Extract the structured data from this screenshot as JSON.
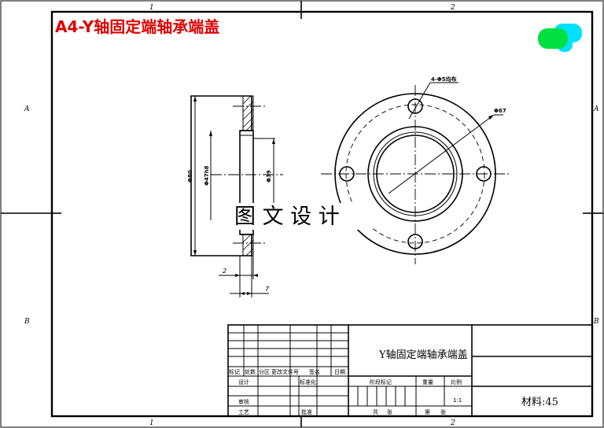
{
  "drawing_title": "A4-Y轴固定端轴承端盖",
  "watermark": "图 文 设 计",
  "zones": {
    "top_1": "1",
    "top_2": "2",
    "bottom_1": "1",
    "bottom_2": "2",
    "left_a": "A",
    "left_b": "B",
    "right_a": "A",
    "right_b": "B"
  },
  "side_view": {
    "dim_outer": "Φ80",
    "dim_spigot": "Φ47h8",
    "dim_inner": "Φ39",
    "dim_flange": "2",
    "dim_spigot_len": "7"
  },
  "front_view": {
    "dim_holes": "4-Φ5均布",
    "dim_pcd": "Φ67"
  },
  "title_block": {
    "part_name": "Y轴固定端轴承端盖",
    "material": "材料:45",
    "scale": "1:1",
    "labels": {
      "biaoji": "标记",
      "chushu": "处数",
      "fenqu": "分区",
      "gengwenjian": "更改文件号",
      "qianming": "签名",
      "riqi": "日期",
      "sheji": "设计",
      "biaozhunhua": "标准化",
      "jieduan": "阶段标记",
      "zhongliang": "重量",
      "bili": "比例",
      "shenhe": "审核",
      "gongyi": "工艺",
      "pizhun": "批准",
      "gong": "共",
      "zhang": "张",
      "di": "第"
    }
  },
  "colors": {
    "title": "#e00000",
    "blob_green": "#00e040",
    "blob_cyan": "#00e0ff"
  }
}
